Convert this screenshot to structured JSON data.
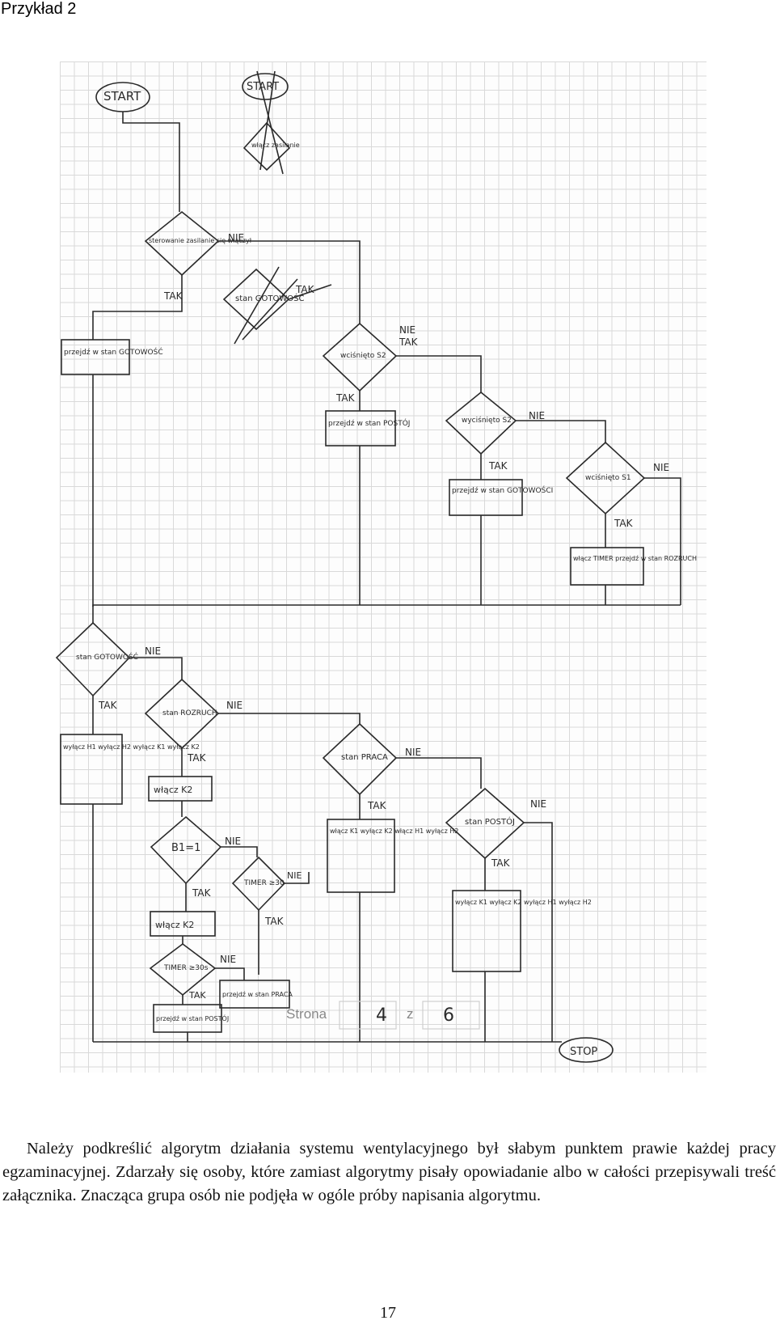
{
  "header": {
    "title": "Przykład 2"
  },
  "flowchart": {
    "start": "START",
    "start_crossed": "START",
    "crossed_decision": "włącz zasilanie",
    "d_steruj": "sterowanie zasilanie się włączył",
    "d_gotowosc_crossed": "stan GOTOWOŚĆ",
    "p_gotowosc": "przejdź w stan GOTOWOŚĆ",
    "d_s2_a": "wciśnięto S2",
    "p_postoj": "przejdź w stan POSTÓJ",
    "d_s2_b": "wyciśnięto S2",
    "p_gotowosci": "przejdź w stan GOTOWOŚCI",
    "d_s1": "wciśnięto S1",
    "p_timer": "włącz TIMER przejdź w stan ROZRUCH",
    "d_stan_gotowosc": "stan GOTOWOŚĆ",
    "p_wylacz_h1h2k1k2": "wyłącz H1 wyłącz H2 wyłącz K1 wyłącz K2",
    "d_rozruch": "stan ROZRUCH",
    "p_wlacz_k2": "włącz K2",
    "d_b1": "B1=1",
    "d_timer30": "TIMER ≥30",
    "p_wlacz_k2_b": "włącz K2",
    "d_timer30s": "TIMER ≥30s",
    "p_praca": "przejdź w stan PRACA",
    "p_postoj_b": "przejdź w stan POSTÓJ",
    "d_praca": "stan PRACA",
    "p_praca_box": "włącz K1 wyłącz K2 włącz H1 wyłącz H2",
    "d_postoj": "stan POSTÓJ",
    "p_postoj_box": "wyłącz K1 wyłącz K2 wyłącz H1 wyłącz H2",
    "stop": "STOP",
    "nie": "NIE",
    "tak": "TAK",
    "nie_tak": "TAK"
  },
  "pager": {
    "label": "Strona",
    "page": "4",
    "of": "z",
    "total": "6"
  },
  "body_text": "Należy podkreślić algorytm działania systemu wentylacyjnego był słabym punktem prawie każdej pracy egzaminacyjnej. Zdarzały się osoby, które zamiast algorytmy pisały opowiadanie albo w całości przepisywali treść załącznika. Znacząca grupa osób nie podjęła w ogóle próby napisania algorytmu.",
  "page_number": "17"
}
